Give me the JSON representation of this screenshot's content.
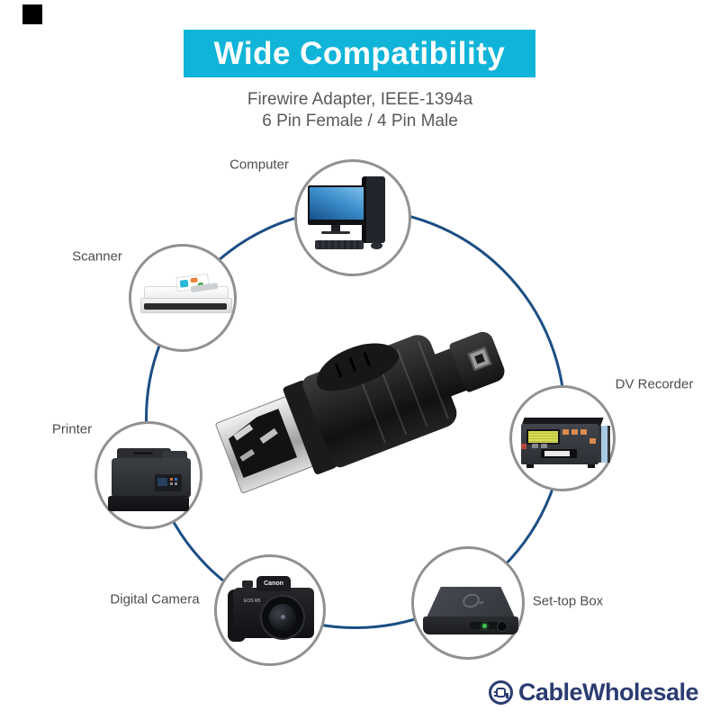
{
  "page": {
    "background": "#ffffff"
  },
  "decorations": {
    "corner_square_color": "#000000"
  },
  "banner": {
    "label": "Wide Compatibility",
    "bg_color": "#10b4d8",
    "text_color": "#ffffff"
  },
  "subtitle": {
    "line1": "Firewire Adapter, IEEE-1394a",
    "line2": "6 Pin Female / 4 Pin Male",
    "color": "#58595b"
  },
  "diagram": {
    "ring_color": "#1c4e84",
    "node_border_color": "#919191",
    "devices": [
      {
        "id": "computer",
        "label": "Computer",
        "icon": "desktop-computer-photo"
      },
      {
        "id": "scanner",
        "label": "Scanner",
        "icon": "flatbed-scanner-photo"
      },
      {
        "id": "printer",
        "label": "Printer",
        "icon": "multifunction-printer-photo"
      },
      {
        "id": "digital-camera",
        "label": "Digital Camera",
        "icon": "dslr-camera-photo"
      },
      {
        "id": "set-top-box",
        "label": "Set-top Box",
        "icon": "set-top-box-photo"
      },
      {
        "id": "dv-recorder",
        "label": "DV Recorder",
        "icon": "dv-recorder-deck-photo"
      }
    ],
    "camera_text": {
      "brand": "Canon",
      "model": "EOS R5"
    },
    "set_top_led_color": "#3ec34f",
    "dvr_lcd_color": "#d7dd55"
  },
  "product": {
    "icon": "firewire-adapter-photo"
  },
  "logo": {
    "text": "CableWholesale",
    "color": "#2b3c71",
    "icon": "cablewholesale-plug-mark"
  }
}
